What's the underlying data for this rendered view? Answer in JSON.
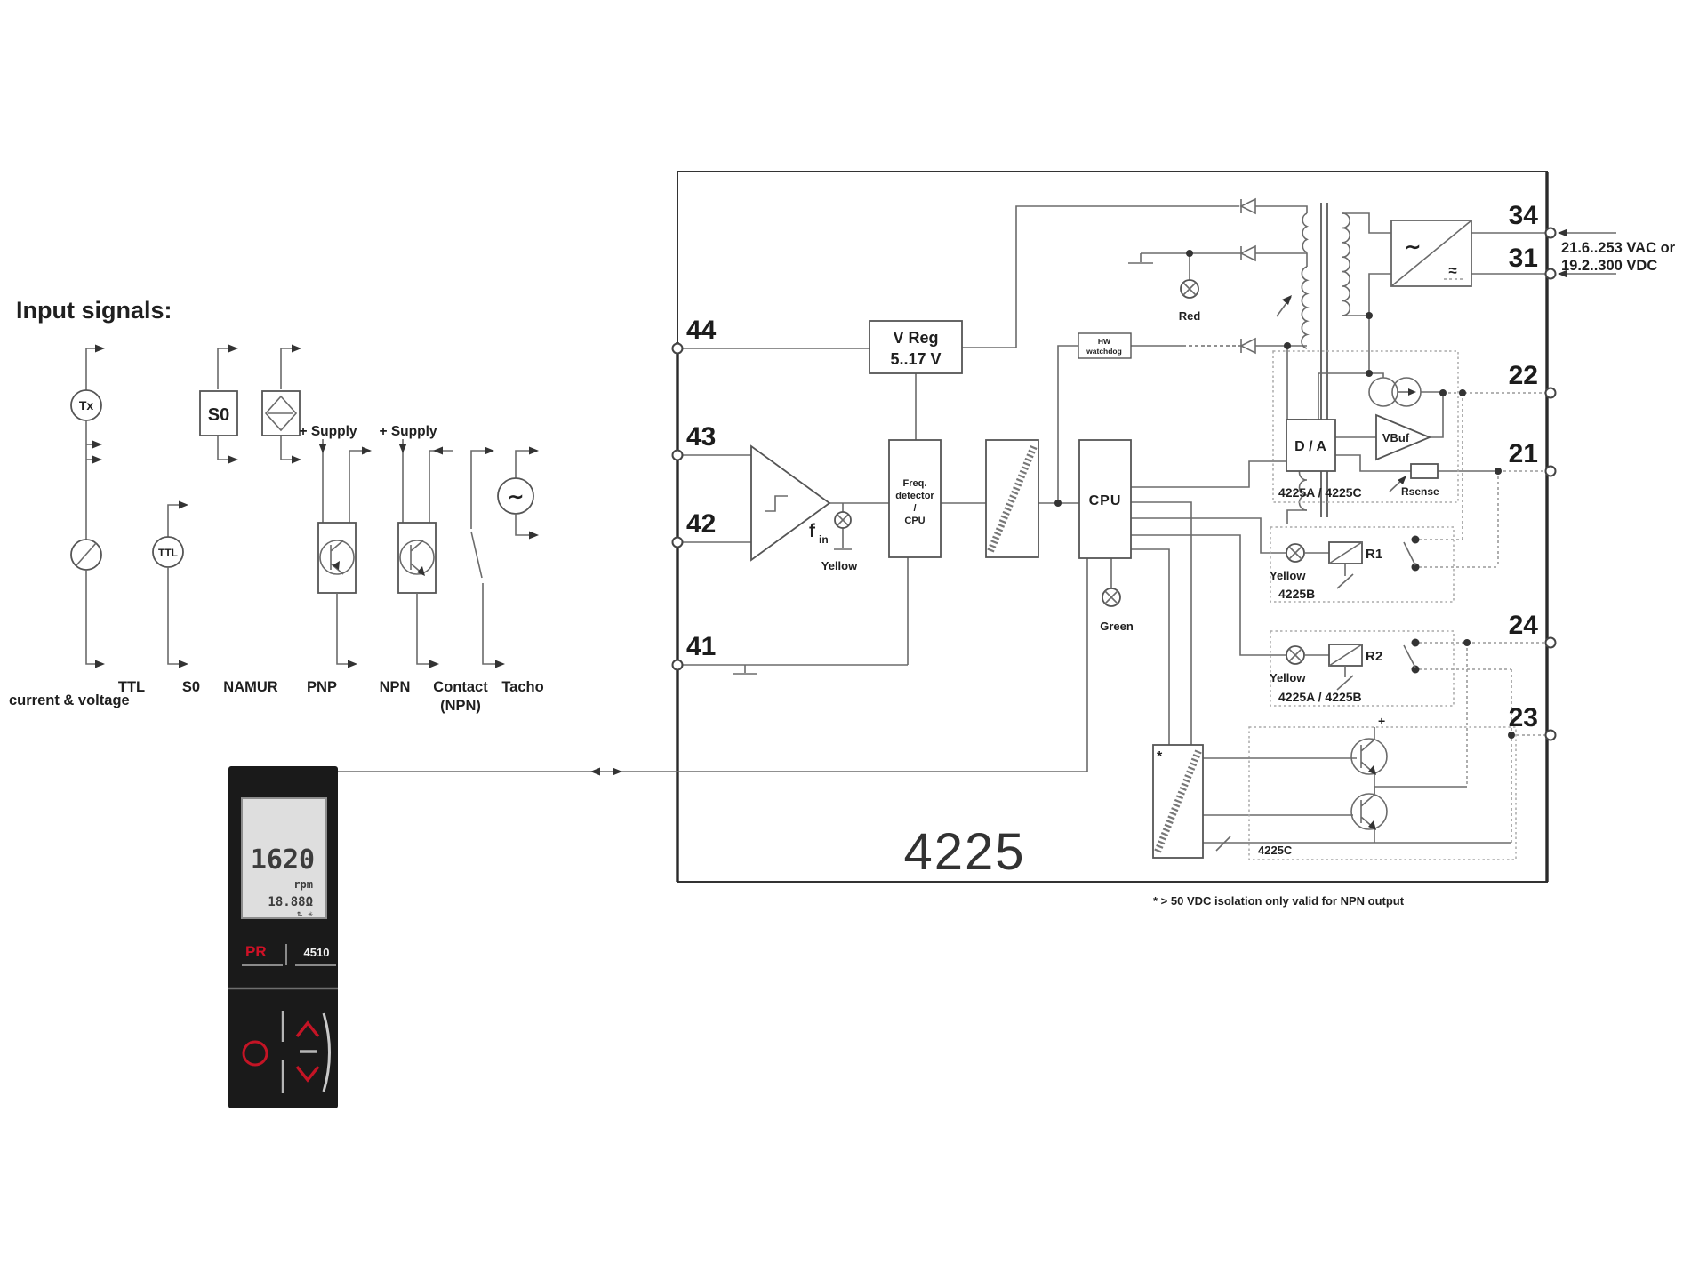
{
  "title": "Input signals:",
  "inputs": {
    "tx": "Tx",
    "ttl_symbol": "TTL",
    "s0_symbol": "S0",
    "supply_pnp": "+ Supply",
    "supply_npn": "+ Supply",
    "tacho_symbol": "∼",
    "labels": {
      "current_voltage": "current & voltage",
      "ttl": "TTL",
      "s0": "S0",
      "namur": "NAMUR",
      "pnp": "PNP",
      "npn": "NPN",
      "contact": "Contact",
      "contact_sub": "(NPN)",
      "tacho": "Tacho"
    }
  },
  "device": {
    "model": "4510",
    "logo": "PR",
    "display": {
      "value": "1620",
      "unit": "rpm",
      "secondary": "18.88Ω",
      "icons": "⇅ ✳"
    }
  },
  "main_unit": {
    "model": "4225",
    "terminals_left": [
      "44",
      "43",
      "42",
      "41"
    ],
    "terminals_right": [
      "34",
      "31",
      "22",
      "21",
      "24",
      "23"
    ],
    "power": {
      "line1": "21.6..253 VAC or",
      "line2": "19.2..300 VDC"
    },
    "blocks": {
      "vreg1": "V Reg",
      "vreg2": "5..17 V",
      "watchdog1": "HW",
      "watchdog2": "watchdog",
      "freq": [
        "Freq.",
        "detector",
        "/",
        "CPU"
      ],
      "cpu": "CPU",
      "da": "D / A",
      "vbuf": "VBuf",
      "rsense": "Rsense",
      "r1": "R1",
      "r2": "R2",
      "fin": "f",
      "fin_sub": "in",
      "acdc_in": "∼",
      "acdc_out": "≈",
      "plus": "+",
      "iso_star": "*"
    },
    "leds": {
      "red": "Red",
      "green": "Green",
      "fin": "Yellow",
      "r1": "Yellow",
      "r2": "Yellow"
    },
    "variants": {
      "analog": "4225A / 4225C",
      "relay1": "4225B",
      "relay2": "4225A / 4225B",
      "npn": "4225C"
    },
    "footnote": "* > 50 VDC isolation only valid for NPN output"
  }
}
